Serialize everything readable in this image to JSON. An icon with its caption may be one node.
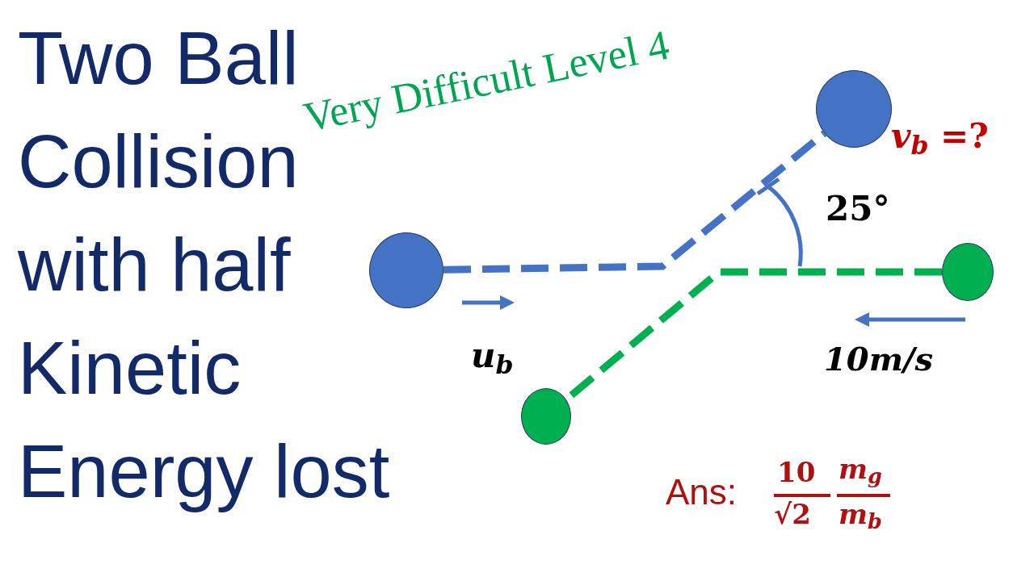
{
  "diagram": {
    "title": "Two Ball Collision with half Kinetic Energy lost",
    "nodes": [
      {
        "text": [],
        "shape": "circle"
      },
      {
        "text": [],
        "shape": "circle"
      },
      {
        "text": [],
        "shape": "circle"
      },
      {
        "text": [],
        "shape": "circle"
      }
    ],
    "edges": [
      {
        "from": 0,
        "to": 1,
        "arrow": "none",
        "style": "dashed",
        "color": "#4472c4"
      },
      {
        "from": 2,
        "to": 3,
        "arrow": "none",
        "style": "dashed",
        "color": "#00b050"
      }
    ],
    "labels": [
      "Very Difficult Level 4",
      "*v*$_{b}$ =?",
      "25°",
      "*u*$_{b}$",
      "10m/s",
      "Ans:",
      "10",
      "*m*$_{g}$",
      "√2",
      "*m*$_{b}$"
    ]
  }
}
